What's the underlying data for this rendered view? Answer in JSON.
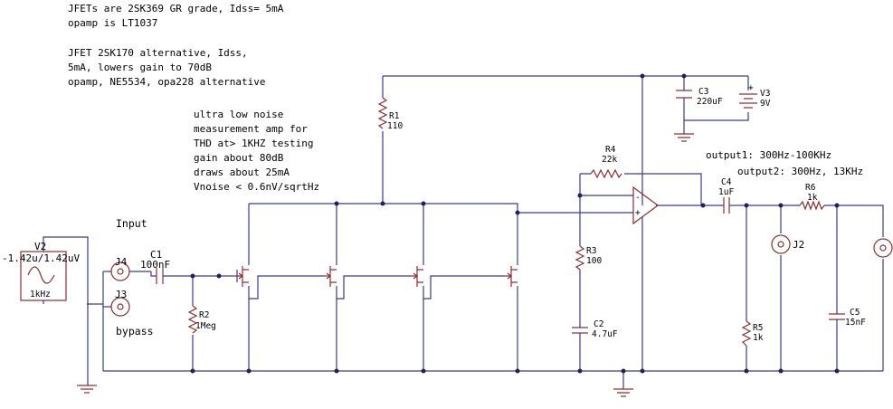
{
  "notes": {
    "line1": "JFETs are 2SK369  GR grade, Idss= 5mA",
    "line2": "opamp is LT1037",
    "line3": "JFET 2SK170 alternative, Idss,",
    "line4": "5mA, lowers gain to 70dB",
    "line5": "opamp, NE5534, opa228 alternative"
  },
  "description": {
    "line1": "ultra low noise",
    "line2": "measurement amp for",
    "line3": "THD at> 1KHZ testing",
    "line4": "gain about 80dB",
    "line5": "draws about 25mA",
    "line6": "Vnoise < 0.6nV/sqrtHz"
  },
  "outputs": {
    "output1": "output1: 300Hz-100KHz",
    "output2": "output2: 300Hz, 13KHz"
  },
  "labels": {
    "input": "Input",
    "bypass": "bypass"
  },
  "components": {
    "v2": {
      "name": "V2",
      "value": "-1.42u/1.42uV",
      "freq": "1kHz"
    },
    "j4": {
      "name": "J4"
    },
    "j3": {
      "name": "J3"
    },
    "j2": {
      "name": "J2"
    },
    "c1": {
      "name": "C1",
      "value": "100nF"
    },
    "r2": {
      "name": "R2",
      "value": "1Meg"
    },
    "r1": {
      "name": "R1",
      "value": "110"
    },
    "r3": {
      "name": "R3",
      "value": "100"
    },
    "r4": {
      "name": "R4",
      "value": "22k"
    },
    "c2": {
      "name": "C2",
      "value": "4.7uF"
    },
    "c3": {
      "name": "C3",
      "value": "220uF"
    },
    "v3": {
      "name": "V3",
      "value": "9V"
    },
    "c4": {
      "name": "C4",
      "value": "1uF"
    },
    "r6": {
      "name": "R6",
      "value": "1k"
    },
    "r5": {
      "name": "R5",
      "value": "1k"
    },
    "c5": {
      "name": "C5",
      "value": "15nF"
    }
  }
}
